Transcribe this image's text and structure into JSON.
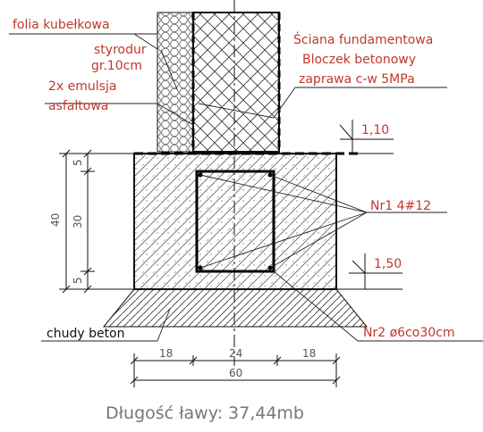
{
  "labels": {
    "foil": "folia kubełkowa",
    "styrodur": "styrodur",
    "thickness": "gr.10cm",
    "emulsion": "2x emulsja",
    "asphalt": "asfaltowa",
    "wall_1": "Ściana fundamentowa",
    "wall_2": "Bloczek betonowy",
    "wall_3": "zaprawa c-w 5MPa",
    "rebar_main": "Nr1  4#12",
    "stirrup": "Nr2  ø6co30cm",
    "lean_concrete": "chudy beton",
    "footing_length": "Długość ławy: 37,44mb"
  },
  "levels": {
    "top": "1,10",
    "bottom": "1,50"
  },
  "dimensions": {
    "height_total": "40",
    "height_parts": [
      "5",
      "30",
      "5"
    ],
    "width_parts": [
      "18",
      "24",
      "18"
    ],
    "width_total": "60"
  },
  "colors": {
    "annotation": "#c0392b",
    "lines": "#111111"
  }
}
